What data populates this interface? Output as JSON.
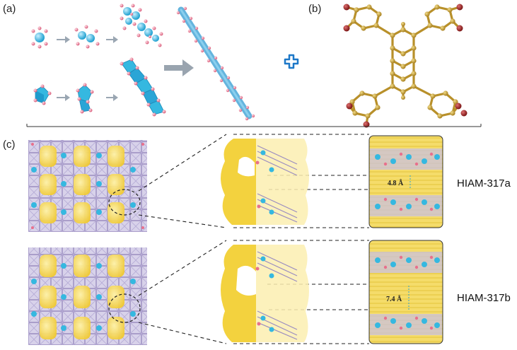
{
  "panels": {
    "a_label": "(a)",
    "b_label": "(b)",
    "c_label": "(c)"
  },
  "structures": [
    {
      "name": "HIAM-317a",
      "spacing": "4.8 Å"
    },
    {
      "name": "HIAM-317b",
      "spacing": "7.4 Å"
    }
  ],
  "colors": {
    "cluster": "#35b8e0",
    "oxygen": "#e8889c",
    "linker": "#a79ac8",
    "ligand_carbon": "#c9a030",
    "ligand_oxygen": "#a0282a",
    "pore": "#f7d648",
    "arrow": "#9aa6b2",
    "plus": "#1d78c8"
  }
}
